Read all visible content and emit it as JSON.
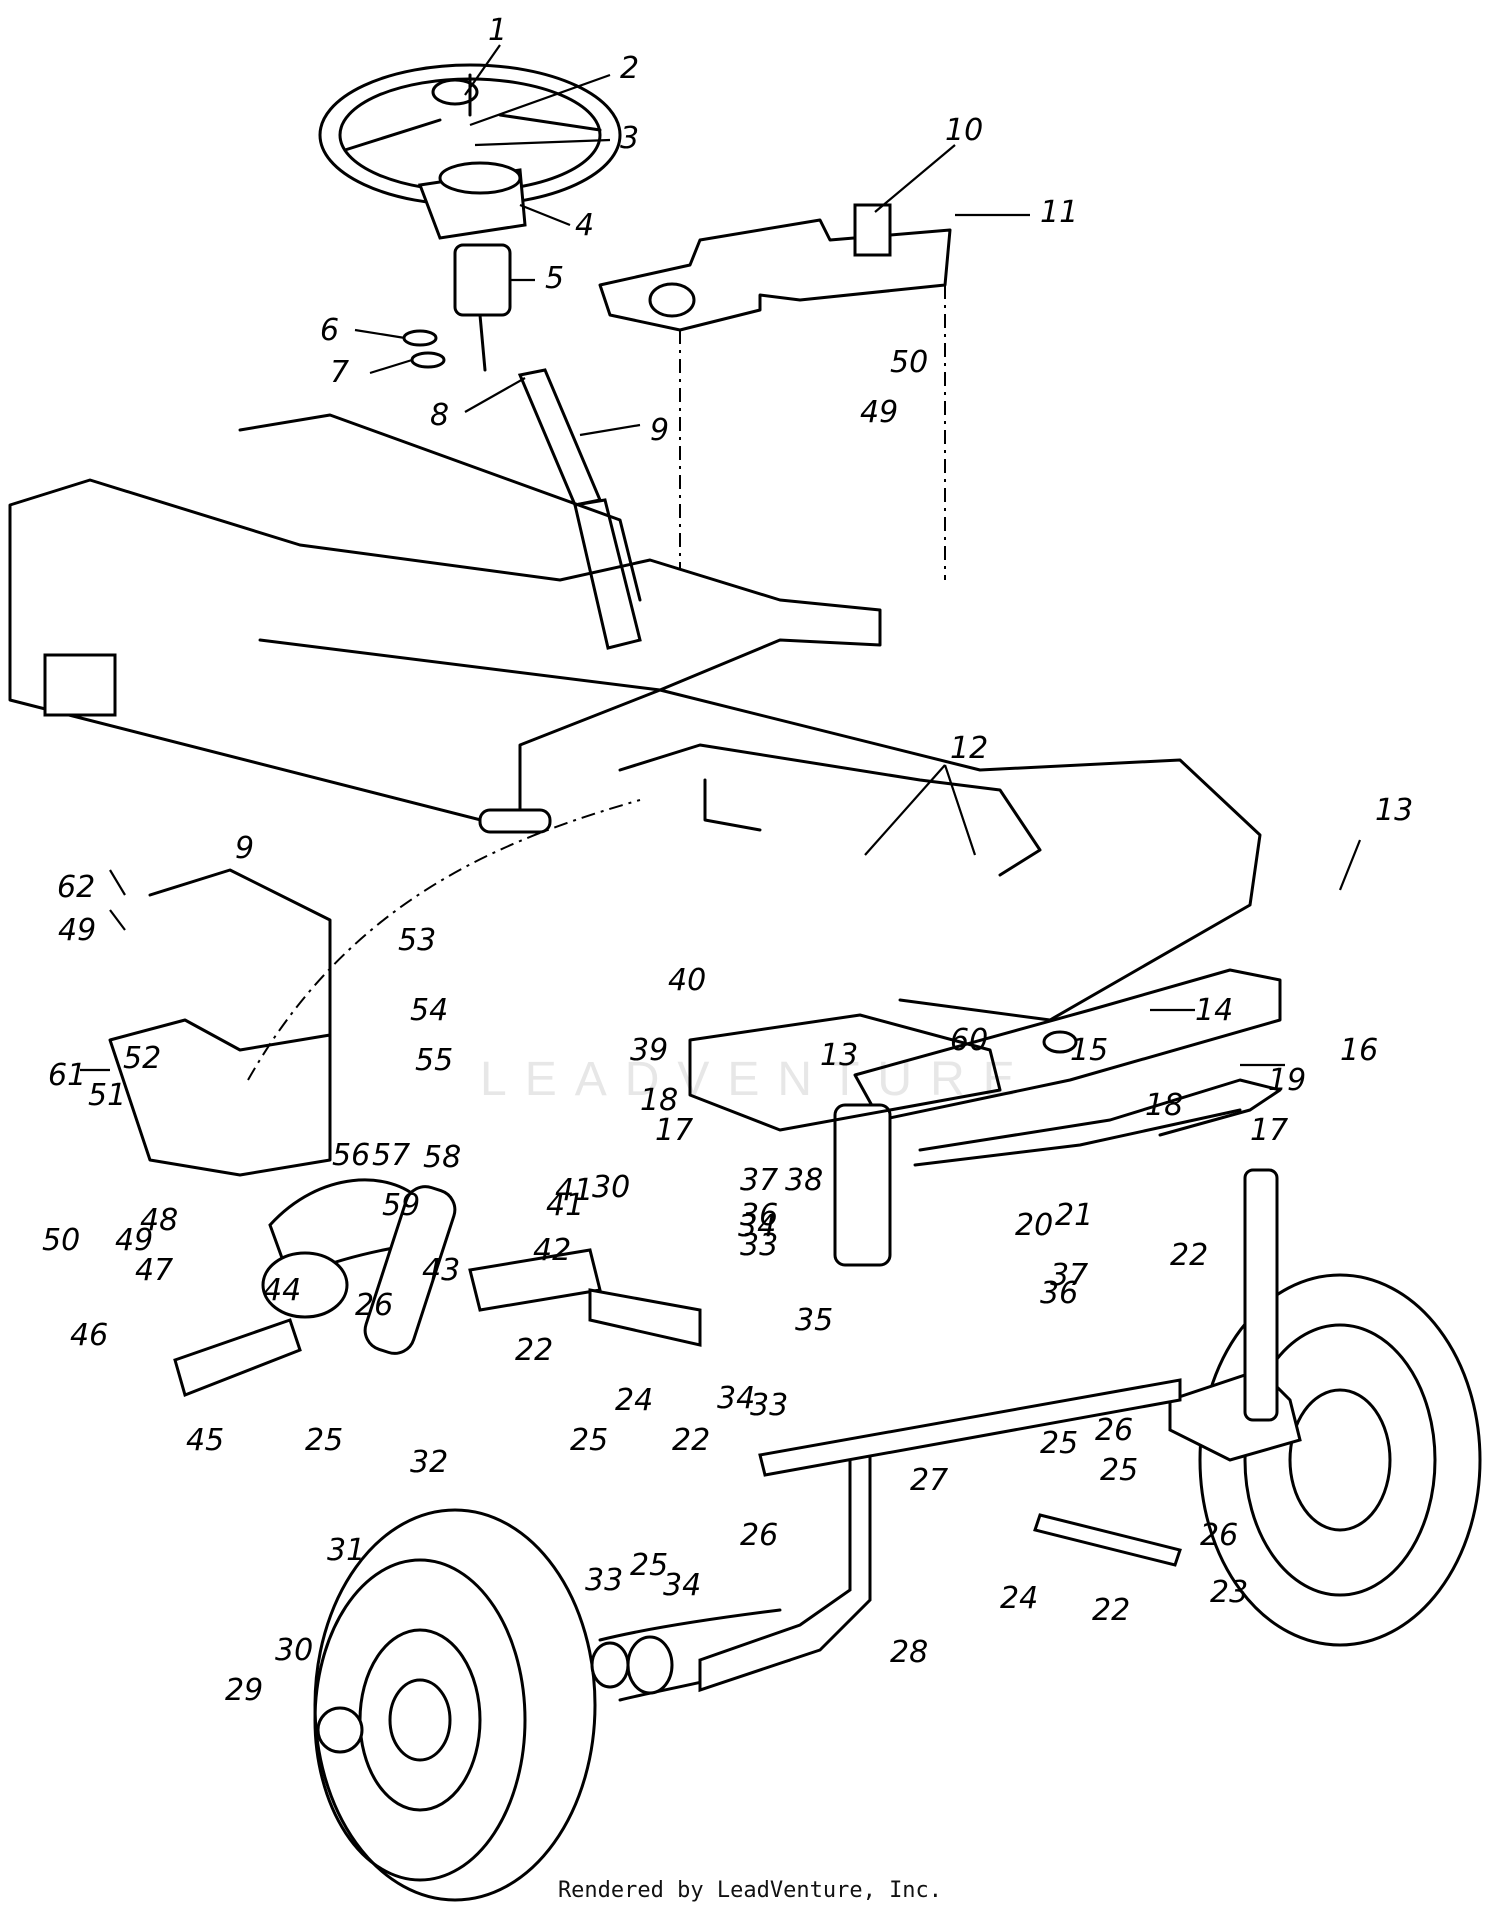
{
  "callouts": [
    "1",
    "2",
    "3",
    "4",
    "5",
    "6",
    "7",
    "8",
    "9",
    "9",
    "10",
    "11",
    "12",
    "13",
    "13",
    "14",
    "15",
    "16",
    "17",
    "17",
    "18",
    "18",
    "19",
    "20",
    "21",
    "22",
    "22",
    "22",
    "22",
    "23",
    "24",
    "24",
    "25",
    "25",
    "25",
    "25",
    "25",
    "26",
    "26",
    "26",
    "26",
    "27",
    "28",
    "29",
    "30",
    "30",
    "31",
    "32",
    "33",
    "33",
    "33",
    "34",
    "34",
    "34",
    "35",
    "36",
    "36",
    "37",
    "37",
    "38",
    "39",
    "40",
    "41",
    "41",
    "42",
    "43",
    "44",
    "45",
    "46",
    "47",
    "48",
    "49",
    "49",
    "49",
    "50",
    "50",
    "51",
    "52",
    "53",
    "54",
    "55",
    "56",
    "57",
    "58",
    "59",
    "60",
    "61",
    "62"
  ],
  "watermark": "LEADVENTURE",
  "footer": "Rendered by LeadVenture, Inc."
}
